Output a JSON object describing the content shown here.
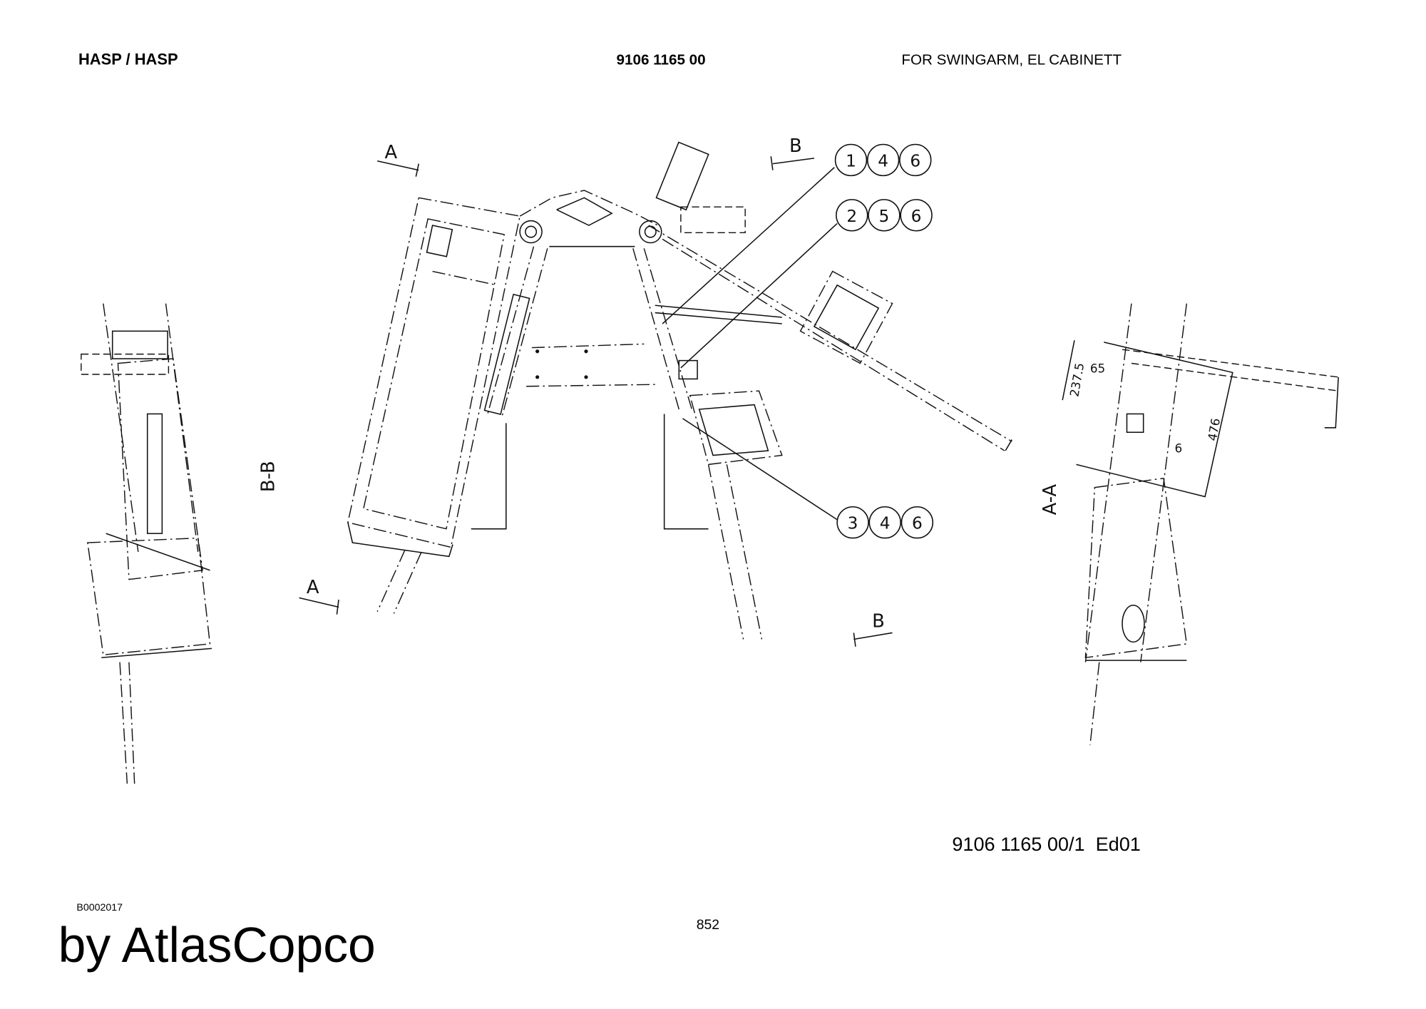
{
  "header": {
    "title": "HASP / HASP",
    "part_number": "9106 1165 00",
    "description": "FOR SWINGARM, EL CABINETT"
  },
  "drawing": {
    "section_markers": [
      "A",
      "B",
      "A",
      "B"
    ],
    "section_views": [
      "B-B",
      "A-A"
    ],
    "balloons": [
      [
        "1",
        "4",
        "6"
      ],
      [
        "2",
        "5",
        "6"
      ],
      [
        "3",
        "4",
        "6"
      ]
    ],
    "dimensions": [
      "237.5",
      "65",
      "476",
      "6"
    ]
  },
  "footer": {
    "drawing_ref": "9106 1165 00/1  Ed01",
    "image_code": "B0002017",
    "page_number": "852",
    "brand": "by AtlasCopco"
  }
}
